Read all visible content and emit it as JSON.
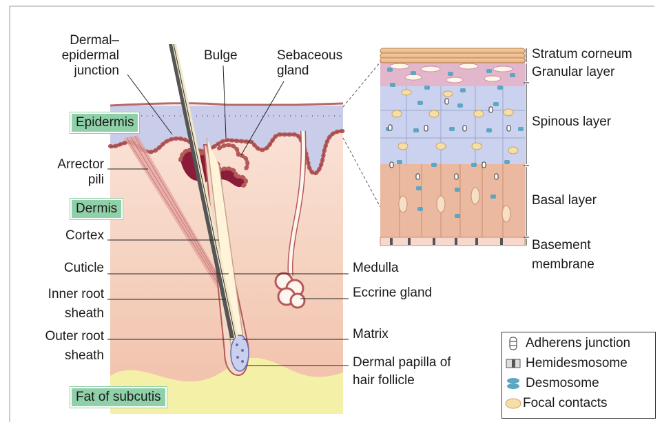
{
  "labels": {
    "dermal_epidermal_junction": "Dermal–\nepidermal\njunction",
    "bulge": "Bulge",
    "sebaceous_gland": "Sebaceous\ngland",
    "epidermis": "Epidermis",
    "arrector_pili": "Arrector\npili",
    "dermis": "Dermis",
    "cortex": "Cortex",
    "cuticle": "Cuticle",
    "inner_root_sheath": "Inner root\nsheath",
    "outer_root_sheath": "Outer root\nsheath",
    "fat_of_subcutis": "Fat of subcutis",
    "medulla": "Medulla",
    "eccrine_gland": "Eccrine gland",
    "matrix": "Matrix",
    "dermal_papilla": "Dermal papilla of\nhair follicle",
    "stratum_corneum": "Stratum corneum",
    "granular_layer": "Granular layer",
    "spinous_layer": "Spinous layer",
    "basal_layer": "Basal layer",
    "basement_membrane": "Basement\nmembrane"
  },
  "legend": [
    {
      "icon": "adherens-junction-icon",
      "label": "Adherens junction"
    },
    {
      "icon": "hemidesmosome-icon",
      "label": "Hemidesmosome"
    },
    {
      "icon": "desmosome-icon",
      "label": "Desmosome"
    },
    {
      "icon": "focal-contacts-icon",
      "label": "Focal contacts"
    }
  ],
  "colors": {
    "tag_green": "#8fd0a8",
    "epidermis_blue": "#c9cdea",
    "dermis_pink": "#f3c9b8",
    "fat_yellow": "#f4f0a8",
    "sebaceous_dark": "#8a1c3a",
    "desmosome": "#5ea6c4",
    "focal": "#f6dfa6",
    "basal_cell": "#eab99f"
  }
}
